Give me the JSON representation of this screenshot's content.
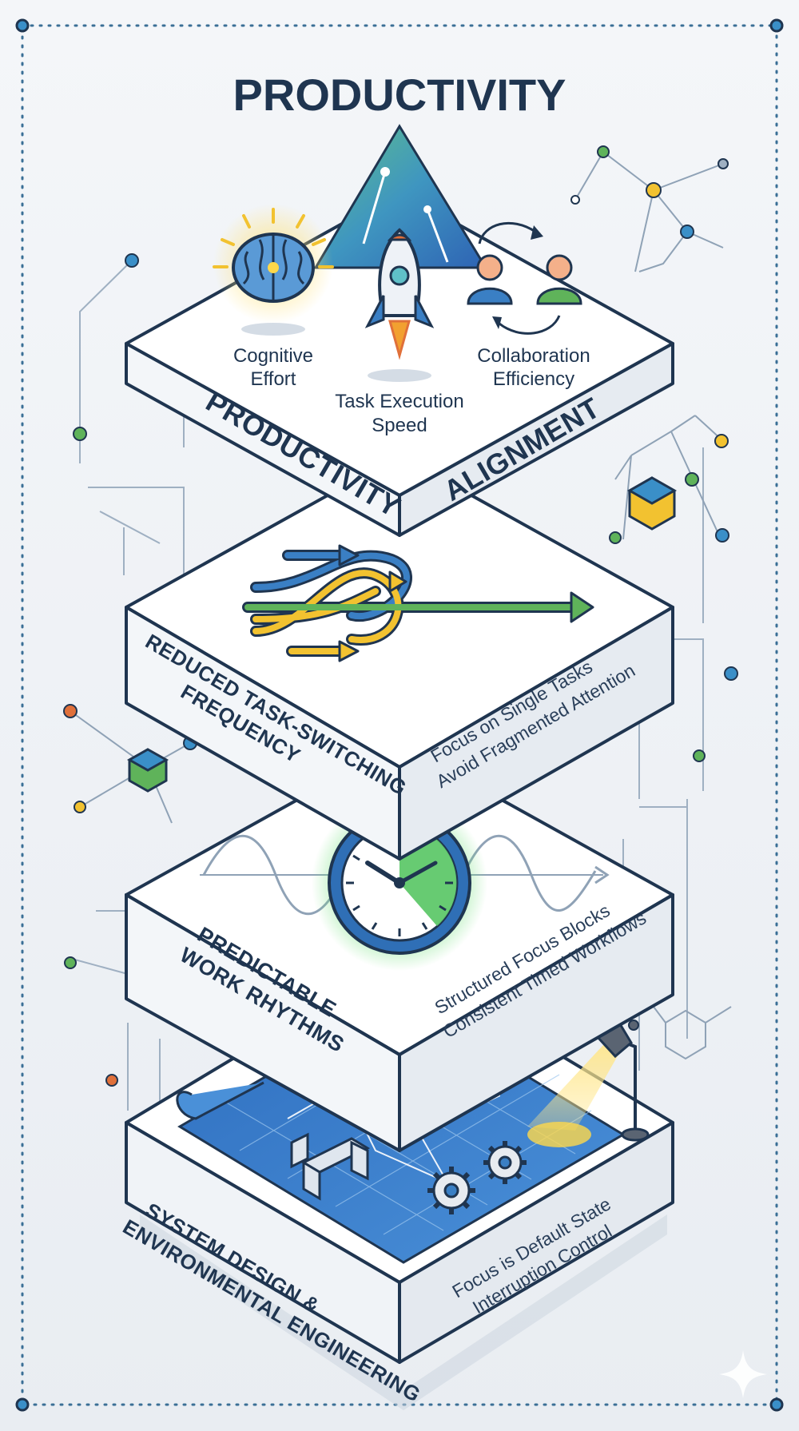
{
  "title": "PRODUCTIVITY",
  "layers": [
    {
      "id": "top",
      "left_label": "PRODUCTIVITY",
      "right_label": "ALIGNMENT",
      "icons": [
        {
          "icon": "brain-icon",
          "label_lines": [
            "Cognitive",
            "Effort"
          ]
        },
        {
          "icon": "rocket-icon",
          "label_lines": [
            "Task Execution",
            "Speed"
          ]
        },
        {
          "icon": "collaboration-icon",
          "label_lines": [
            "Collaboration",
            "Efficiency"
          ]
        }
      ]
    },
    {
      "id": "task-switching",
      "left_label_lines": [
        "REDUCED TASK-SWITCHING",
        "FREQUENCY"
      ],
      "right_label_lines": [
        "Focus on Single Tasks",
        "Avoid Fragmented Attention"
      ],
      "icon": "merging-arrows-icon"
    },
    {
      "id": "rhythms",
      "left_label_lines": [
        "PREDICTABLE",
        "WORK RHYTHMS"
      ],
      "right_label_lines": [
        "Structured Focus Blocks",
        "Consistent Timed Workflows"
      ],
      "icon": "clock-icon"
    },
    {
      "id": "system-design",
      "left_label_lines": [
        "SYSTEM DESIGN &",
        "ENVIRONMENTAL ENGINEERING"
      ],
      "right_label_lines": [
        "Focus is Default State",
        "Interruption Control"
      ],
      "icon": "blueprint-icon"
    }
  ],
  "colors": {
    "navy": "#1f3550",
    "blue": "#3a7fc4",
    "green": "#5fb35a",
    "yellow": "#f2c230",
    "orange": "#e0703a"
  }
}
